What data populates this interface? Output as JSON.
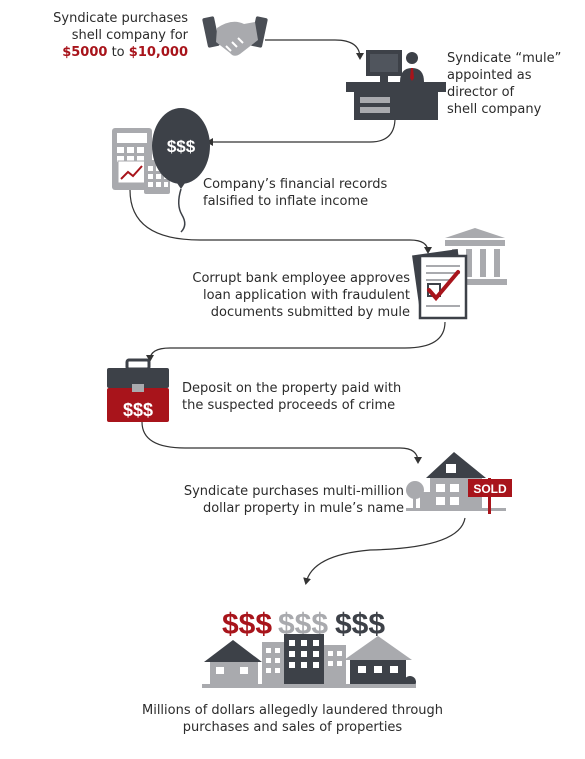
{
  "steps": [
    {
      "lines": [
        "Syndicate purchases",
        "shell company for"
      ],
      "amount_low": "$5000",
      "amount_sep": "to",
      "amount_high": "$10,000"
    },
    {
      "lines": [
        "Syndicate “mule”",
        "appointed as",
        "director of",
        "shell company"
      ]
    },
    {
      "lines": [
        "Company’s financial records",
        "falsified to inflate income"
      ]
    },
    {
      "lines": [
        "Corrupt bank employee approves",
        "loan application with fraudulent",
        "documents submitted by mule"
      ]
    },
    {
      "lines": [
        "Deposit on the property paid with",
        "the suspected proceeds of crime"
      ]
    },
    {
      "lines": [
        "Syndicate purchases multi-million",
        "dollar property in mule’s name"
      ]
    },
    {
      "lines": [
        "Millions of dollars allegedly laundered through",
        "purchases and sales of properties"
      ]
    }
  ],
  "icon_labels": {
    "balloon": "$$$",
    "briefcase": "$$$",
    "sold_sign": "SOLD",
    "money_red": "$$$",
    "money_grey": "$$$",
    "money_dark": "$$$"
  },
  "colors": {
    "dark": "#3d4148",
    "grey": "#a9aaae",
    "red": "#a8141b"
  }
}
